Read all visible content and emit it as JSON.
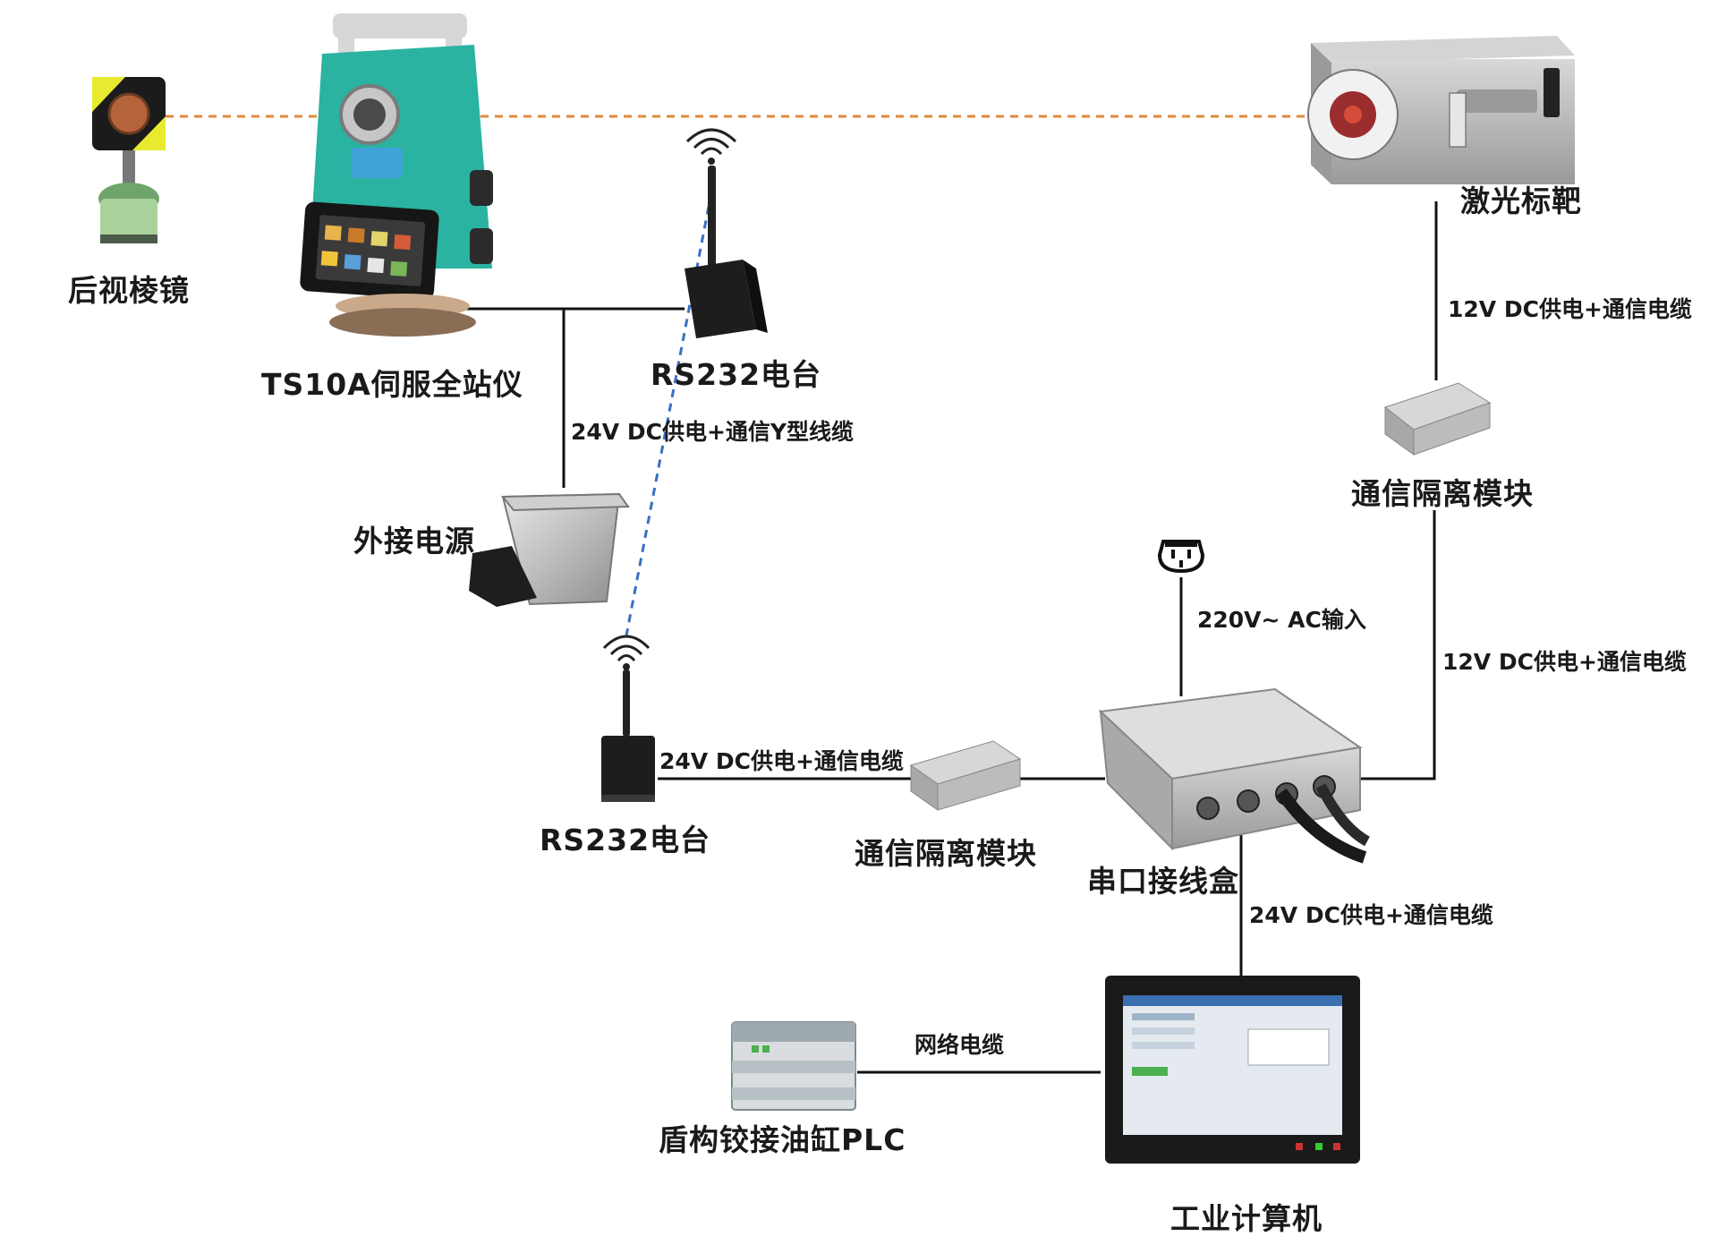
{
  "devices": {
    "prism": "后视棱镜",
    "total_station": "TS10A伺服全站仪",
    "radio_top": "RS232电台",
    "external_power": "外接电源",
    "laser_target": "激光标靶",
    "isolation_top": "通信隔离模块",
    "radio_bottom": "RS232电台",
    "isolation_bottom": "通信隔离模块",
    "junction_box": "串口接线盒",
    "plc": "盾构铰接油缸PLC",
    "industrial_pc": "工业计算机"
  },
  "cables": {
    "station_to_power": "24V DC供电+通信Y型线缆",
    "target_to_isolation": "12V DC供电+通信电缆",
    "isolation_to_box": "12V DC供电+通信电缆",
    "ac_input": "220V~ AC输入",
    "radio_to_isolation": "24V DC供电+通信电缆",
    "box_to_pc": "24V DC供电+通信电缆",
    "plc_to_pc": "网络电缆"
  },
  "colors": {
    "laser_line": "#e08a3c",
    "wireless_link": "#3a6fc4",
    "cable": "#111111",
    "station_body": "#2ab3a0"
  }
}
